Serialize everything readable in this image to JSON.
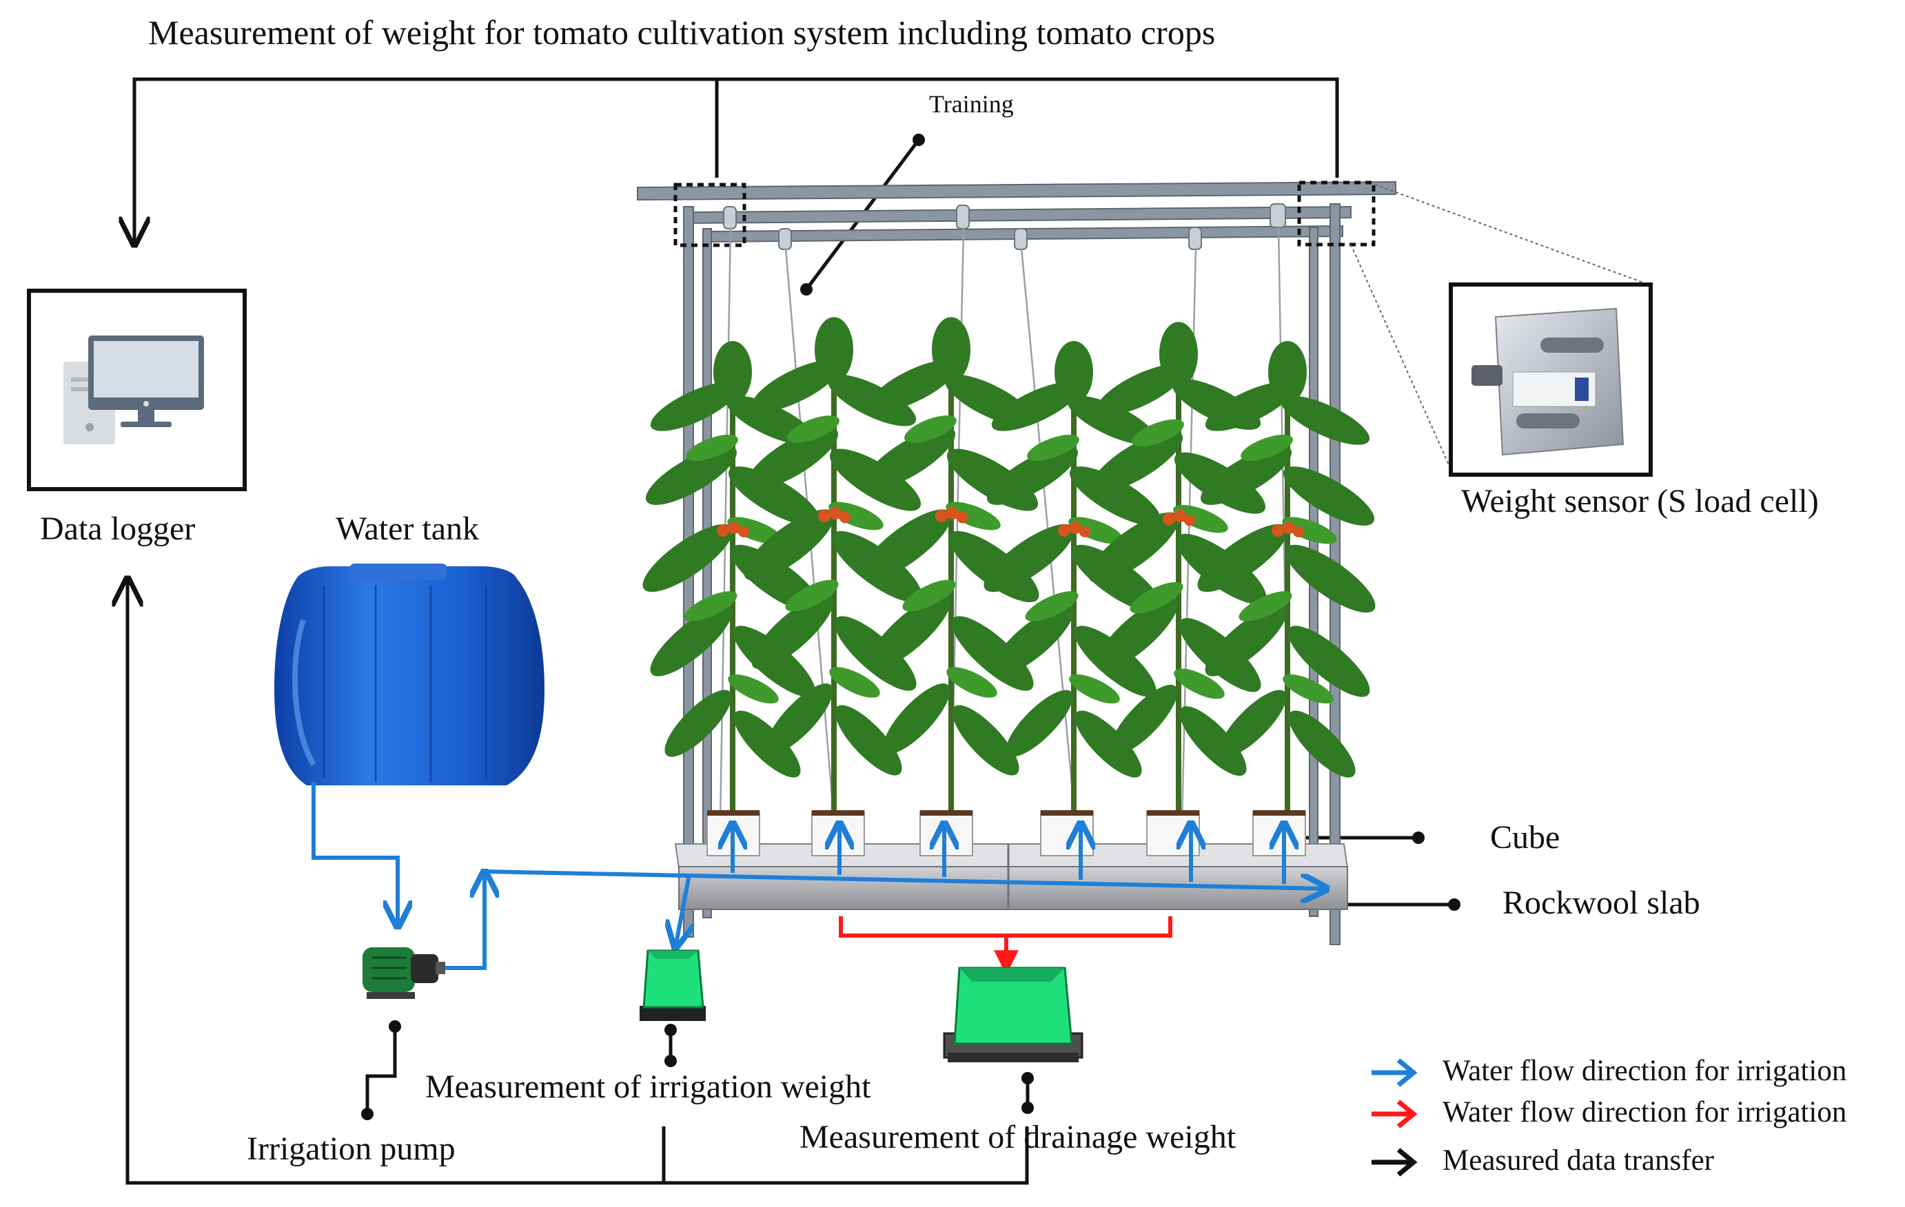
{
  "title": "Measurement of weight for tomato cultivation system including tomato crops",
  "labels": {
    "training": "Training",
    "data_logger": "Data logger",
    "water_tank": "Water tank",
    "weight_sensor": "Weight sensor (S load cell)",
    "cube": "Cube",
    "rockwool_slab": "Rockwool slab",
    "irrigation_pump": "Irrigation pump",
    "irrigation_weight": "Measurement of irrigation weight",
    "drainage_weight": "Measurement of drainage weight"
  },
  "legend": [
    {
      "label": "Water flow direction for irrigation",
      "color": "#1f7fd8"
    },
    {
      "label": "Water flow direction for irrigation",
      "color": "#ff1a1a"
    },
    {
      "label": "Measured data transfer",
      "color": "#111111"
    }
  ],
  "colors": {
    "irrigation_flow": "#1f7fd8",
    "drainage_flow": "#ff1a1a",
    "data_transfer": "#111111",
    "plant": "#2f7a22",
    "tank": "#1a5fd1",
    "container": "#1ee07a",
    "frame": "#8c96a3"
  },
  "icons": [
    "computer-icon",
    "load-cell-icon",
    "water-tank-icon",
    "pump-icon",
    "tomato-plant-icon"
  ]
}
